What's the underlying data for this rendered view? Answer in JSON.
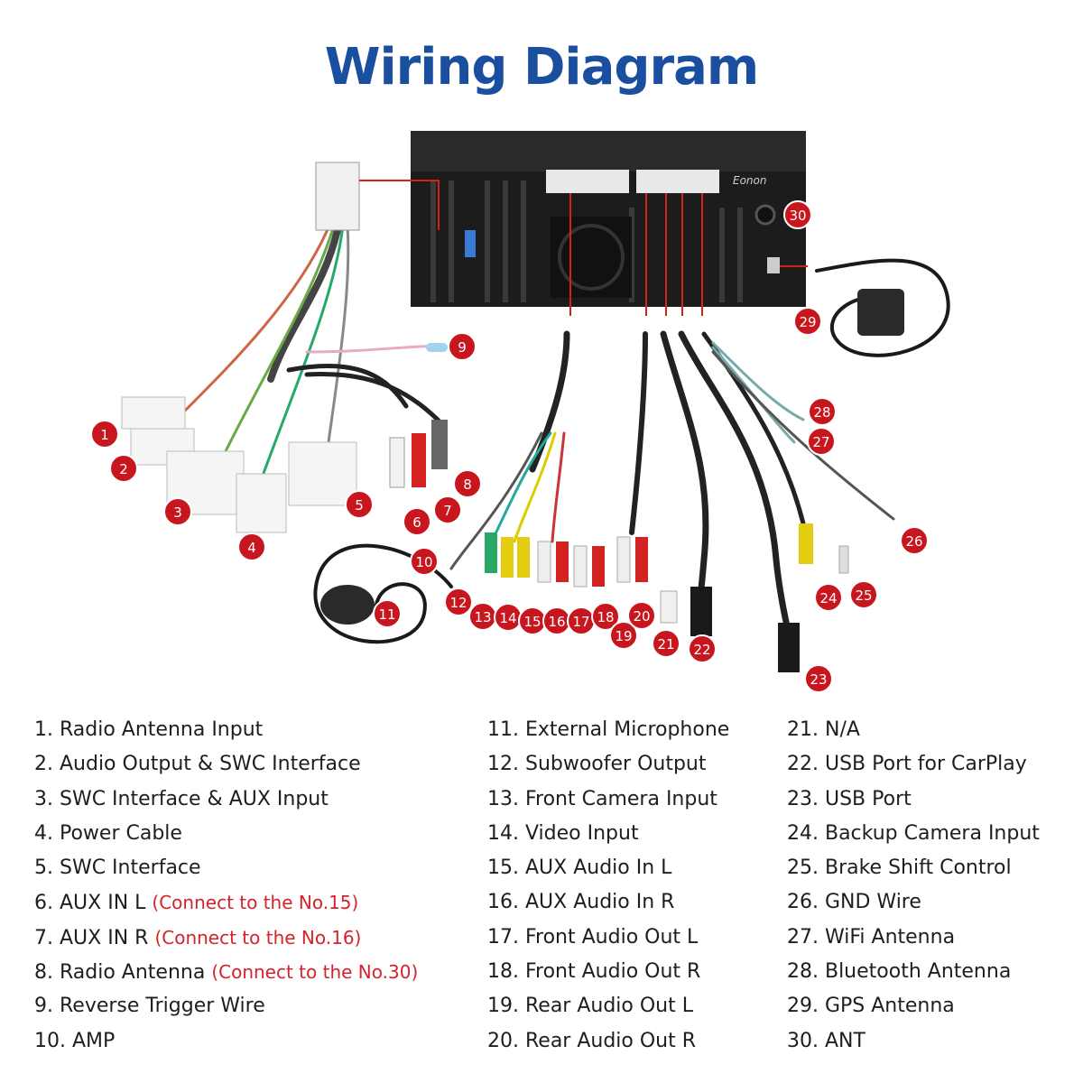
{
  "title": "Wiring Diagram",
  "brand_label": "Eonon",
  "colors": {
    "title": "#1a4fa0",
    "marker": "#c8161e",
    "note": "#d4232b"
  },
  "legend": {
    "col1": [
      {
        "text": "1. Radio Antenna Input"
      },
      {
        "text": "2. Audio Output & SWC Interface"
      },
      {
        "text": "3. SWC Interface & AUX Input"
      },
      {
        "text": "4. Power Cable"
      },
      {
        "text": "5. SWC Interface"
      },
      {
        "text": "6. AUX IN L",
        "note": "(Connect to the No.15)"
      },
      {
        "text": "7. AUX IN R",
        "note": "(Connect to the No.16)"
      },
      {
        "text": "8. Radio Antenna",
        "note": "(Connect to the No.30)"
      },
      {
        "text": "9. Reverse Trigger Wire"
      },
      {
        "text": "10. AMP"
      }
    ],
    "col2": [
      {
        "text": "11. External Microphone"
      },
      {
        "text": "12. Subwoofer Output"
      },
      {
        "text": "13. Front Camera Input"
      },
      {
        "text": "14. Video Input"
      },
      {
        "text": "15. AUX Audio In L"
      },
      {
        "text": "16. AUX Audio In R"
      },
      {
        "text": "17. Front Audio Out L"
      },
      {
        "text": "18. Front Audio Out R"
      },
      {
        "text": "19. Rear Audio Out L"
      },
      {
        "text": "20. Rear Audio Out R"
      }
    ],
    "col3": [
      {
        "text": "21. N/A"
      },
      {
        "text": "22. USB Port for CarPlay"
      },
      {
        "text": "23. USB Port"
      },
      {
        "text": "24. Backup Camera Input"
      },
      {
        "text": "25. Brake Shift Control"
      },
      {
        "text": "26. GND Wire"
      },
      {
        "text": "27. WiFi Antenna"
      },
      {
        "text": "28. Bluetooth Antenna"
      },
      {
        "text": "29. GPS Antenna"
      },
      {
        "text": "30. ANT"
      }
    ]
  },
  "markers": [
    "1",
    "2",
    "3",
    "4",
    "5",
    "6",
    "7",
    "8",
    "9",
    "10",
    "11",
    "12",
    "13",
    "14",
    "15",
    "16",
    "17",
    "18",
    "19",
    "20",
    "21",
    "22",
    "23",
    "24",
    "25",
    "26",
    "27",
    "28",
    "29",
    "30"
  ]
}
